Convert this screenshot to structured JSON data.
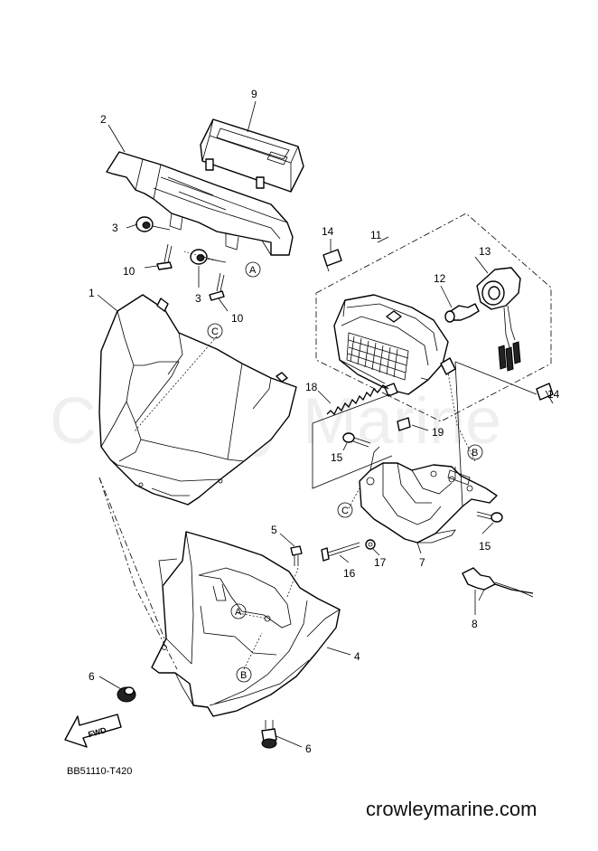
{
  "diagram": {
    "code": "BB51110-T420",
    "brand_url": "crowleymarine.com",
    "watermark": "Crowley Marine",
    "fwd_label": "FWD",
    "callouts": [
      "1",
      "2",
      "3",
      "3",
      "4",
      "5",
      "6",
      "6",
      "7",
      "8",
      "9",
      "10",
      "10",
      "11",
      "12",
      "13",
      "14",
      "14",
      "15",
      "15",
      "16",
      "17",
      "18",
      "19"
    ],
    "refs": [
      "A",
      "A",
      "B",
      "B",
      "C",
      "C"
    ]
  }
}
